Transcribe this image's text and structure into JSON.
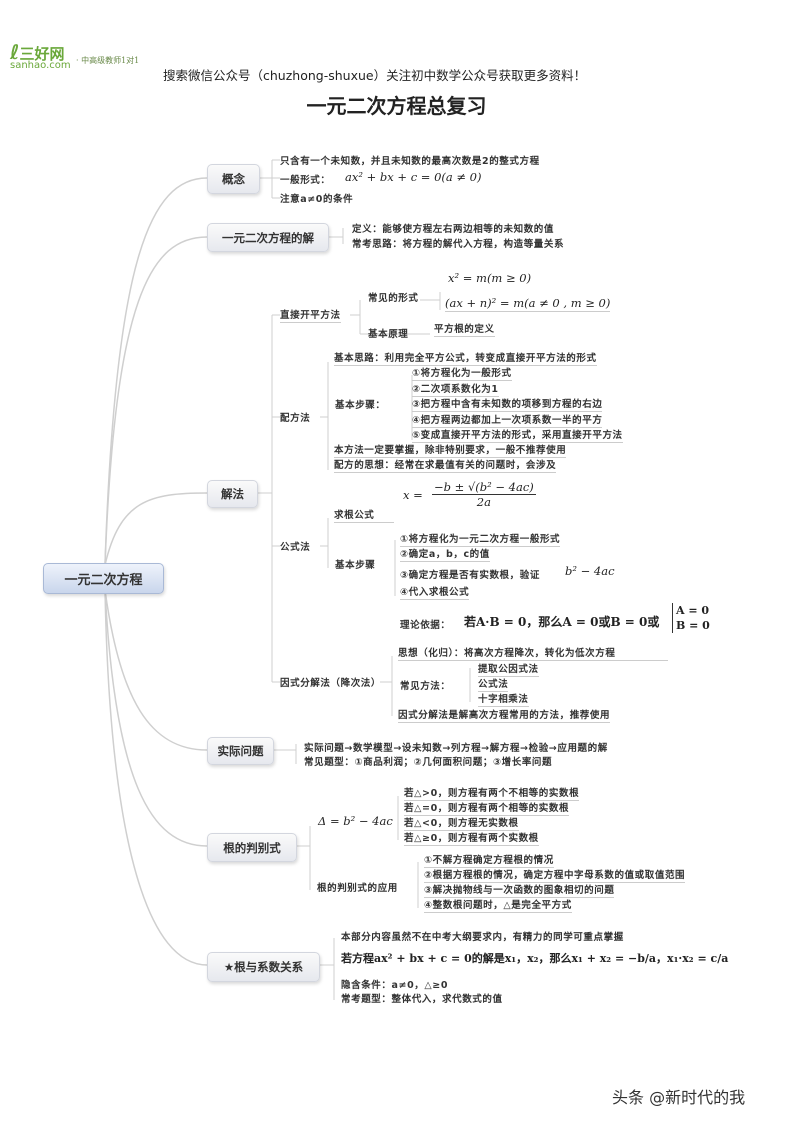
{
  "header": {
    "logo_brand": "三好网",
    "logo_domain": "sanhao.com",
    "logo_tagline": "· 中高级教师1对1",
    "notice": "搜索微信公众号（chuzhong-shuxue）关注初中数学公众号获取更多资料！",
    "title": "一元二次方程总复习"
  },
  "root": "一元二次方程",
  "concept": {
    "label": "概念",
    "items": [
      "只含有一个未知数，并且未知数的最高次数是2的整式方程",
      "一般形式：",
      "注意a≠0的条件"
    ],
    "formula": "ax² + bx + c = 0(a ≠ 0)"
  },
  "solution": {
    "label": "一元二次方程的解",
    "items": [
      "定义：能够使方程左右两边相等的未知数的值",
      "常考思路：将方程的解代入方程，构造等量关系"
    ]
  },
  "methods": {
    "label": "解法",
    "direct": {
      "label": "直接开平方法",
      "forms_label": "常见的形式",
      "form1": "x² = m(m ≥ 0)",
      "form2": "(ax + n)² = m(a ≠ 0 , m ≥ 0)",
      "principle_label": "基本原理",
      "principle": "平方根的定义"
    },
    "completing": {
      "label": "配方法",
      "idea": "基本思路：利用完全平方公式，转变成直接开平方法的形式",
      "steps_label": "基本步骤：",
      "steps": [
        "①将方程化为一般形式",
        "②二次项系数化为1",
        "③把方程中含有未知数的项移到方程的右边",
        "④把方程两边都加上一次项系数一半的平方",
        "⑤变成直接开平方法的形式，采用直接开平方法"
      ],
      "note1": "本方法一定要掌握，除非特别要求，一般不推荐使用",
      "note2": "配方的思想：经常在求最值有关的问题时，会涉及"
    },
    "formula": {
      "label": "公式法",
      "root_label": "求根公式",
      "root_lhs": "x =",
      "root_num": "−b ± √(b² − 4ac)",
      "root_den": "2a",
      "steps_label": "基本步骤",
      "steps": [
        "①将方程化为一元二次方程一般形式",
        "②确定a，b，c的值",
        "③确定方程是否有实数根，验证",
        "④代入求根公式"
      ],
      "verify": "b² − 4ac"
    },
    "factor": {
      "label": "因式分解法（降次法）",
      "basis_label": "理论依据：",
      "basis": "若A·B = 0，那么A = 0或B = 0或",
      "case1": "A = 0",
      "case2": "B = 0",
      "idea": "思想（化归）：将高次方程降次，转化为低次方程",
      "common_label": "常见方法：",
      "common": [
        "提取公因式法",
        "公式法",
        "十字相乘法"
      ],
      "note": "因式分解法是解高次方程常用的方法，推荐使用"
    }
  },
  "practical": {
    "label": "实际问题",
    "items": [
      "实际问题→数学模型→设未知数→列方程→解方程→检验→应用题的解",
      "常见题型：①商品利润；②几何面积问题；③增长率问题"
    ]
  },
  "discriminant": {
    "label": "根的判别式",
    "formula": "Δ = b² − 4ac",
    "cases": [
      "若△>0，则方程有两个不相等的实数根",
      "若△=0，则方程有两个相等的实数根",
      "若△<0，则方程无实数根",
      "若△≥0，则方程有两个实数根"
    ],
    "app_label": "根的判别式的应用",
    "apps": [
      "①不解方程确定方程根的情况",
      "②根据方程根的情况，确定方程中字母系数的值或取值范围",
      "③解决抛物线与一次函数的图象相切的问题",
      "④整数根问题时，△是完全平方式"
    ]
  },
  "vieta": {
    "label": "★根与系数关系",
    "items": [
      "本部分内容虽然不在中考大纲要求内，有精力的同学可重点掌握",
      "隐含条件：a≠0，△≥0",
      "常考题型：整体代入，求代数式的值"
    ],
    "formula": "若方程ax² + bx + c = 0的解是x₁，x₂，那么x₁ + x₂ = −b/a，x₁·x₂ = c/a"
  },
  "watermark": "头条 @新时代的我"
}
